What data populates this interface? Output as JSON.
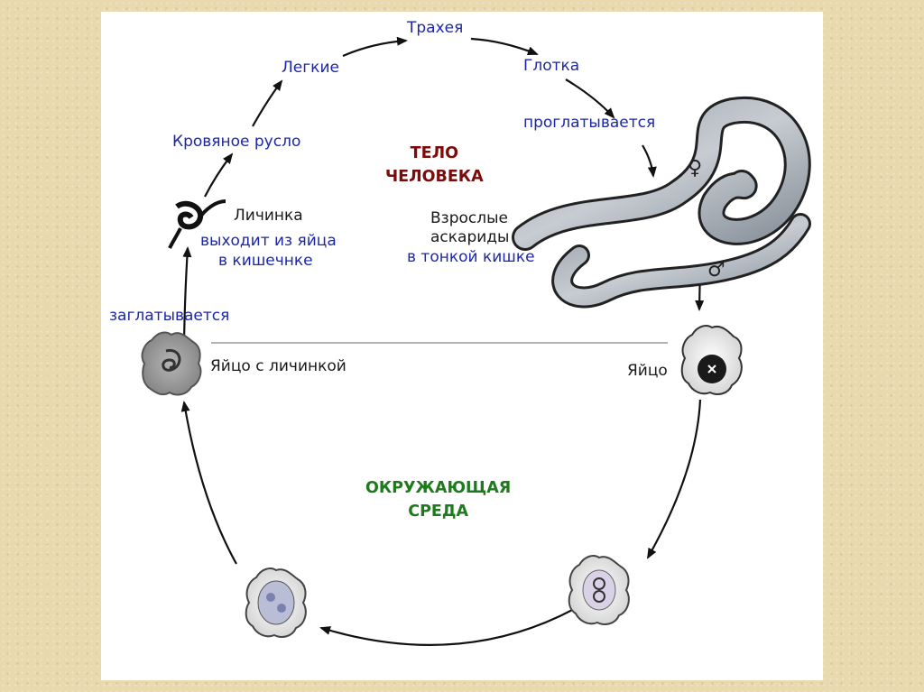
{
  "regions": {
    "body_line1": "ТЕЛО",
    "body_line2": "ЧЕЛОВЕКА",
    "env_line1": "ОКРУЖАЮЩАЯ",
    "env_line2": "СРЕДА"
  },
  "stages": {
    "trachea": "Трахея",
    "lungs": "Легкие",
    "pharynx": "Глотка",
    "bloodstream": "Кровяное русло",
    "swallowed": "проглатывается",
    "larva": "Личинка",
    "larva_hatch_1": "выходит из яйца",
    "larva_hatch_2": "в кишечнке",
    "adults_1": "Взрослые",
    "adults_2": "аскариды",
    "adults_3": "в тонкой кишке",
    "ingested": "заглатывается",
    "egg_with_larva": "Яйцо с личинкой",
    "egg": "Яйцо"
  },
  "symbols": {
    "female": "♀",
    "male": "♂"
  }
}
